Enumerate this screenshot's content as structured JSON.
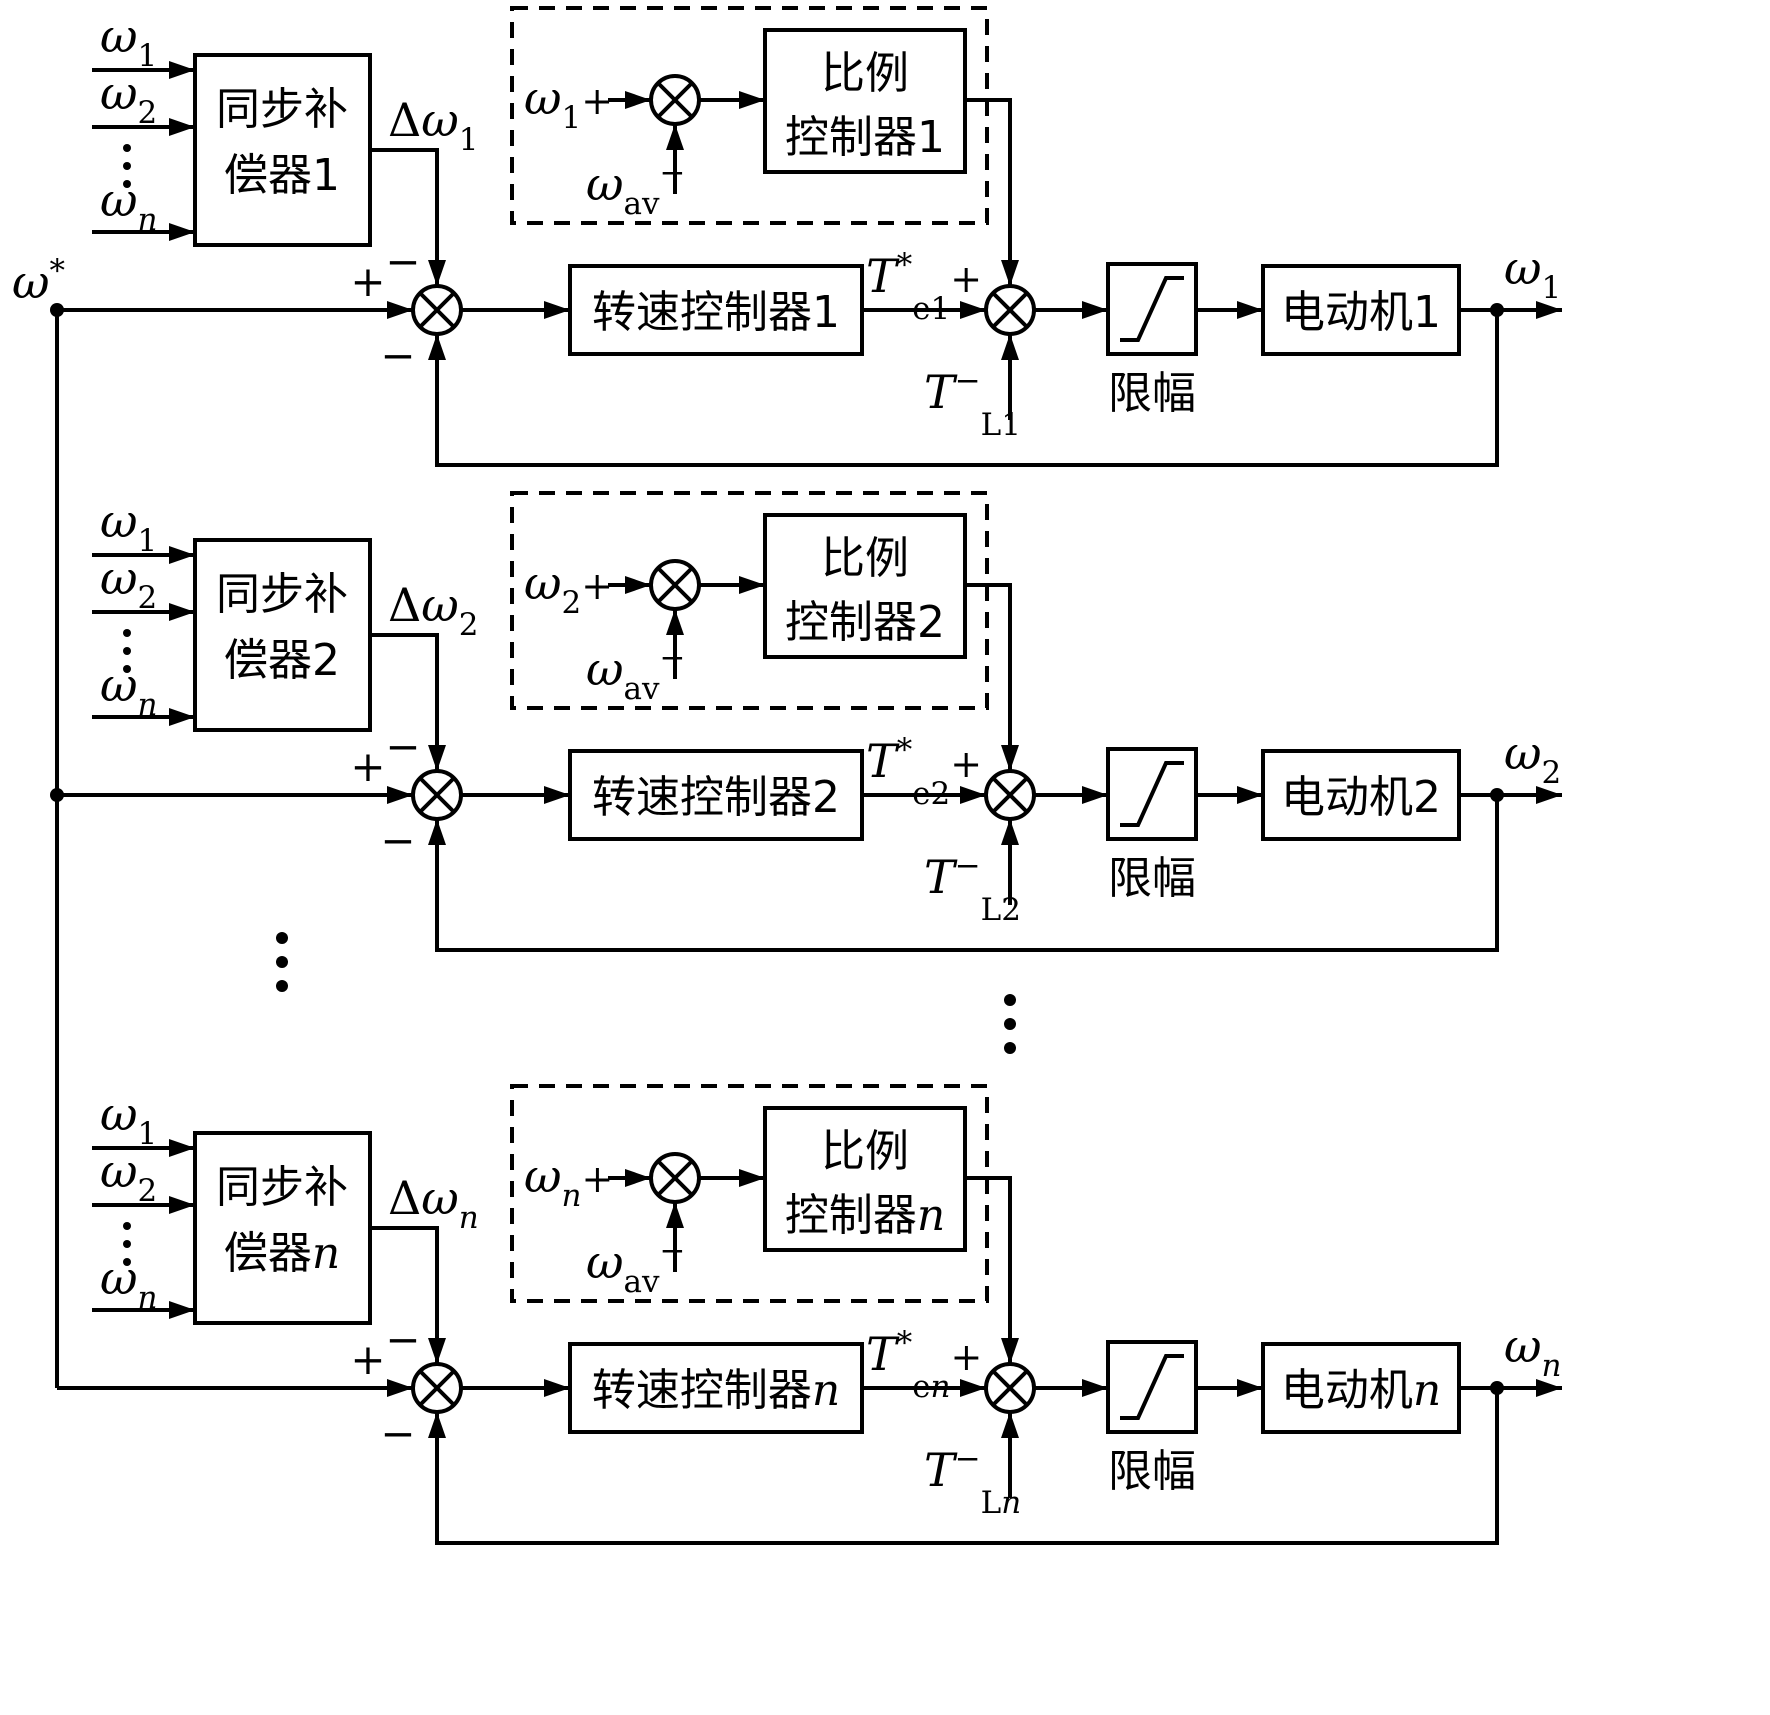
{
  "figure": {
    "omega_ref": {
      "base": "ω",
      "sup": "*"
    },
    "inputs": [
      {
        "base": "ω",
        "sub": "1"
      },
      {
        "base": "ω",
        "sub": "2"
      },
      {
        "base": "ω",
        "sub": "n"
      }
    ],
    "ellipsis": "⋮"
  },
  "channels": [
    {
      "idx": "1",
      "compensator_line1": "同步补",
      "compensator_line2": "偿器",
      "delta_d": "Δ",
      "delta_w": "ω",
      "plus": "+",
      "minus_top": "−",
      "minus_fb": "−",
      "speed_controller": "转速控制器",
      "torque": {
        "base": "T",
        "sup": "*",
        "sub": "e",
        "sign": "+"
      },
      "prop_in": {
        "base": "ω",
        "sign": "+"
      },
      "omega_av": {
        "base": "ω",
        "sub": "av",
        "sign": "−"
      },
      "prop_line1": "比例",
      "prop_line2": "控制器",
      "load": {
        "base": "T",
        "sign": "−",
        "sub": "L"
      },
      "limiter": "限幅",
      "motor": "电动机",
      "output": {
        "base": "ω"
      }
    },
    {
      "idx": "2",
      "compensator_line1": "同步补",
      "compensator_line2": "偿器",
      "delta_d": "Δ",
      "delta_w": "ω",
      "plus": "+",
      "minus_top": "−",
      "minus_fb": "−",
      "speed_controller": "转速控制器",
      "torque": {
        "base": "T",
        "sup": "*",
        "sub": "e",
        "sign": "+"
      },
      "prop_in": {
        "base": "ω",
        "sign": "+"
      },
      "omega_av": {
        "base": "ω",
        "sub": "av",
        "sign": "−"
      },
      "prop_line1": "比例",
      "prop_line2": "控制器",
      "load": {
        "base": "T",
        "sign": "−",
        "sub": "L"
      },
      "limiter": "限幅",
      "motor": "电动机",
      "output": {
        "base": "ω"
      }
    },
    {
      "idx": "n",
      "compensator_line1": "同步补",
      "compensator_line2": "偿器",
      "delta_d": "Δ",
      "delta_w": "ω",
      "plus": "+",
      "minus_top": "−",
      "minus_fb": "−",
      "speed_controller": "转速控制器",
      "torque": {
        "base": "T",
        "sup": "*",
        "sub": "e",
        "sign": "+"
      },
      "prop_in": {
        "base": "ω",
        "sign": "+"
      },
      "omega_av": {
        "base": "ω",
        "sub": "av",
        "sign": "−"
      },
      "prop_line1": "比例",
      "prop_line2": "控制器",
      "load": {
        "base": "T",
        "sign": "−",
        "sub": "L"
      },
      "limiter": "限幅",
      "motor": "电动机",
      "output": {
        "base": "ω"
      }
    }
  ]
}
